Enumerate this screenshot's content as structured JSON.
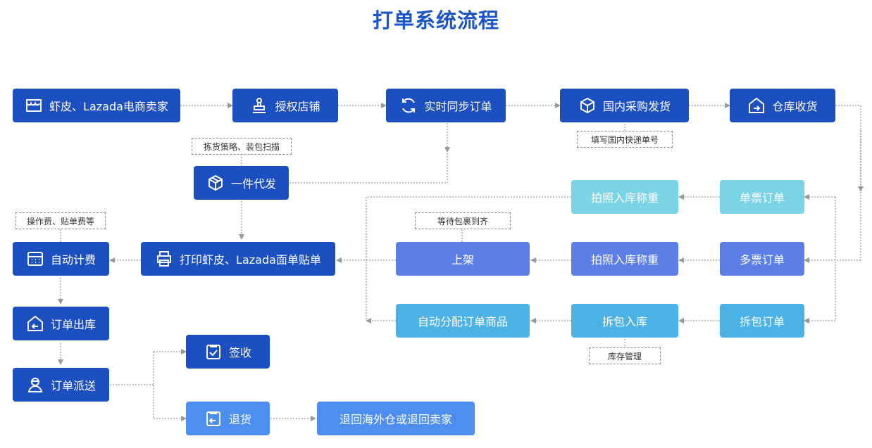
{
  "title": "打单系统流程",
  "nodes": {
    "seller": "虾皮、Lazada电商卖家",
    "auth": "授权店铺",
    "sync": "实时同步订单",
    "purchase": "国内采购发货",
    "warehouse": "仓库收货",
    "single_order": "单票订单",
    "photo_weigh_1": "拍照入库称重",
    "multi_order": "多票订单",
    "photo_weigh_2": "拍照入库称重",
    "shelf": "上架",
    "split_order": "拆包订单",
    "split_in": "拆包入库",
    "auto_assign": "自动分配订单商品",
    "dropship": "一件代发",
    "print": "打印虾皮、Lazada面单贴单",
    "billing": "自动计费",
    "outbound": "订单出库",
    "dispatch": "订单派送",
    "sign": "签收",
    "return": "退货",
    "return_dest": "退回海外仓或退回卖家"
  },
  "notes": {
    "tracking": "填写国内快递单号",
    "pick": "拣货策略、装包扫描",
    "fees": "操作费、贴单费等",
    "wait": "等待包裹到齐",
    "inventory": "库存管理"
  },
  "colors": {
    "title": "#1a55c9",
    "dark_box": "#1c4fbf",
    "mid_box": "#5b7fe6",
    "sky_box": "#4cb2e3",
    "light_box": "#7ad4e6",
    "return_box": "#4d8ff0",
    "connector": "#999999"
  },
  "icons": {
    "seller": "store-icon",
    "auth": "stamp-icon",
    "sync": "sync-icon",
    "purchase": "box-icon",
    "warehouse": "warehouse-in-icon",
    "dropship": "package-icon",
    "print": "printer-icon",
    "billing": "calculator-icon",
    "outbound": "warehouse-out-icon",
    "dispatch": "courier-icon",
    "sign": "checklist-icon",
    "return": "return-icon"
  }
}
